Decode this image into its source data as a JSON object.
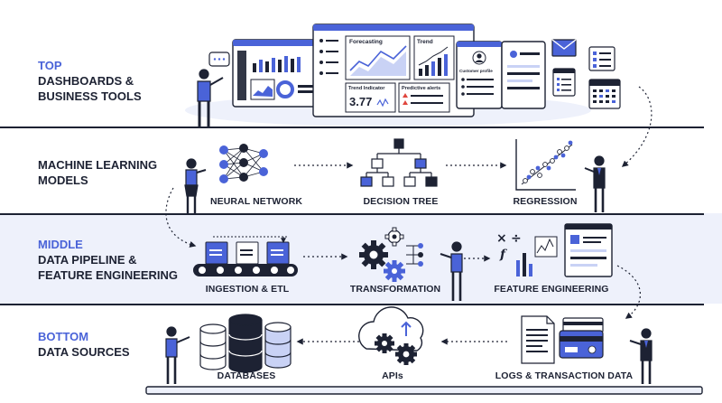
{
  "colors": {
    "accent": "#4a63d8",
    "ink": "#1d2233",
    "band": "#eef1fb"
  },
  "layers": {
    "top": {
      "tier": "TOP",
      "line1": "DASHBOARDS &",
      "line2": "BUSINESS TOOLS"
    },
    "ml": {
      "line1": "MACHINE LEARNING",
      "line2": "MODELS"
    },
    "middle": {
      "tier": "MIDDLE",
      "line1": "DATA PIPELINE &",
      "line2": "FEATURE ENGINEERING"
    },
    "bottom": {
      "tier": "BOTTOM",
      "line1": "DATA SOURCES"
    }
  },
  "dashboard": {
    "forecasting": "Forecasting",
    "trend": "Trend",
    "trend_indicator": "Trend Indicator",
    "trend_value": "3.77",
    "predictive_alerts": "Predictive alerts",
    "customer_profile": "Customer profile"
  },
  "ml_models": {
    "neural_network": "NEURAL NETWORK",
    "decision_tree": "DECISION TREE",
    "regression": "REGRESSION"
  },
  "pipeline": {
    "ingestion": "INGESTION & ETL",
    "transformation": "TRANSFORMATION",
    "feature_engineering": "FEATURE ENGINEERING"
  },
  "sources": {
    "databases": "DATABASES",
    "apis": "APIs",
    "logs": "LOGS & TRANSACTION DATA"
  },
  "icons": [
    "chat-icon",
    "mail-icon",
    "checklist-icon",
    "calendar-icon",
    "gear-icon",
    "cloud-icon",
    "document-icon",
    "credit-card-icon",
    "database-icon",
    "server-icon",
    "neural-network-icon",
    "decision-tree-icon",
    "scatter-plot-icon",
    "conveyor-icon",
    "formula-icon"
  ]
}
